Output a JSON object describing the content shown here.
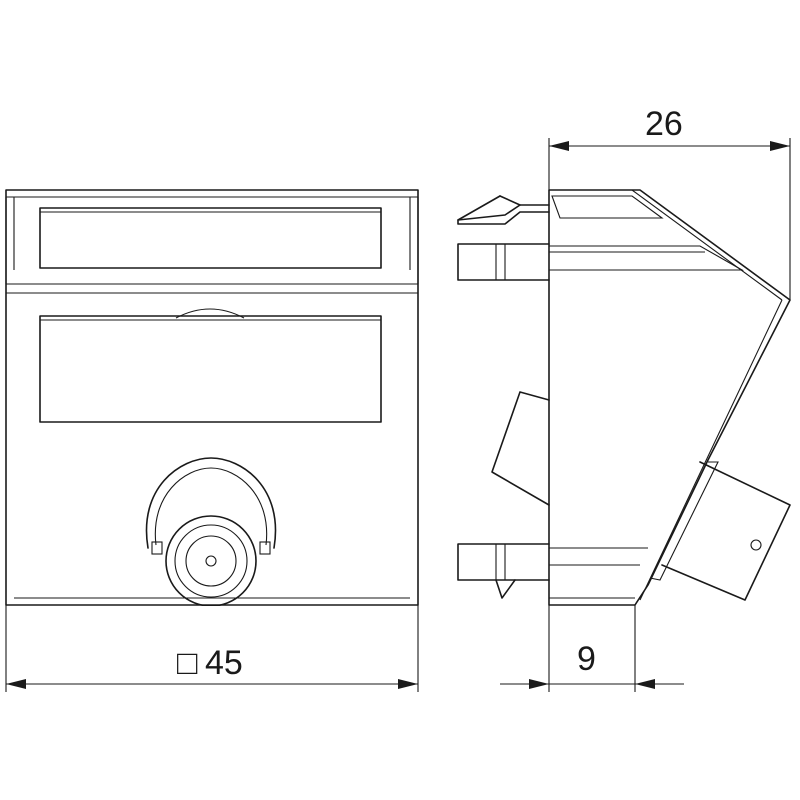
{
  "dimensions": {
    "depth": "26",
    "offset": "9",
    "square_symbol": "□",
    "width": "45"
  }
}
